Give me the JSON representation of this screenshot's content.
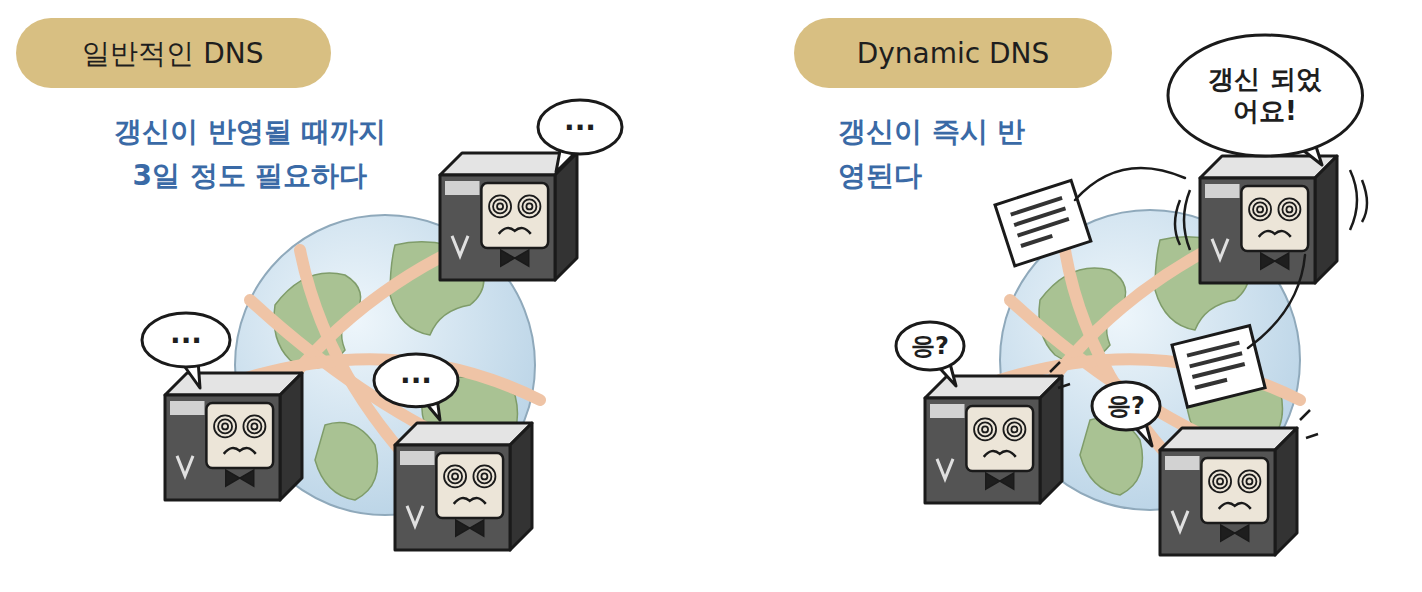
{
  "diagram": {
    "nodes": [
      {
        "text": [
          "일반적인 DNS"
        ]
      },
      {
        "text": [
          "···"
        ]
      },
      {
        "text": [
          "···"
        ]
      },
      {
        "text": [
          "···"
        ]
      },
      {
        "text": [
          "Dynamic DNS"
        ]
      },
      {
        "text": [
          "갱신 되었어요!"
        ]
      },
      {
        "text": [
          "응?"
        ]
      },
      {
        "text": [
          "응?"
        ]
      }
    ],
    "labels": [
      "갱신이 반영될 때까지 3일 정도 필요하다",
      "갱신이 즉시 반영된다"
    ]
  }
}
